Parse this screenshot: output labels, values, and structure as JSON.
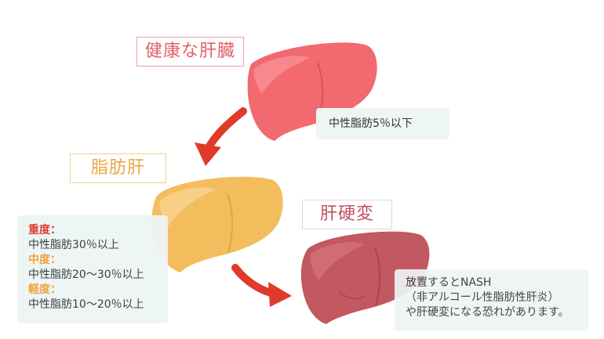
{
  "stages": {
    "healthy": {
      "title": "健康な肝臓",
      "note": "中性脂肪5％以下"
    },
    "fatty": {
      "title": "脂肪肝",
      "levels": [
        {
          "name": "重度：",
          "range": "中性脂肪30％以上"
        },
        {
          "name": "中度：",
          "range": "中性脂肪20〜30％以上"
        },
        {
          "name": "軽度：",
          "range": "中性脂肪10〜20％以上"
        }
      ]
    },
    "cirrhosis": {
      "title": "肝硬変",
      "note_lines": [
        "放置するとNASH",
        "（非アルコール性脂肪性肝炎）",
        "や肝硬変になる恐れがあります。"
      ]
    }
  },
  "colors": {
    "healthy_liver": "#f2696f",
    "fatty_liver": "#f3bd5e",
    "cirrhosis_liver": "#c25860",
    "arrow": "#e03a2a",
    "severe": "#e0312b",
    "moderate_mild": "#f0a030"
  }
}
